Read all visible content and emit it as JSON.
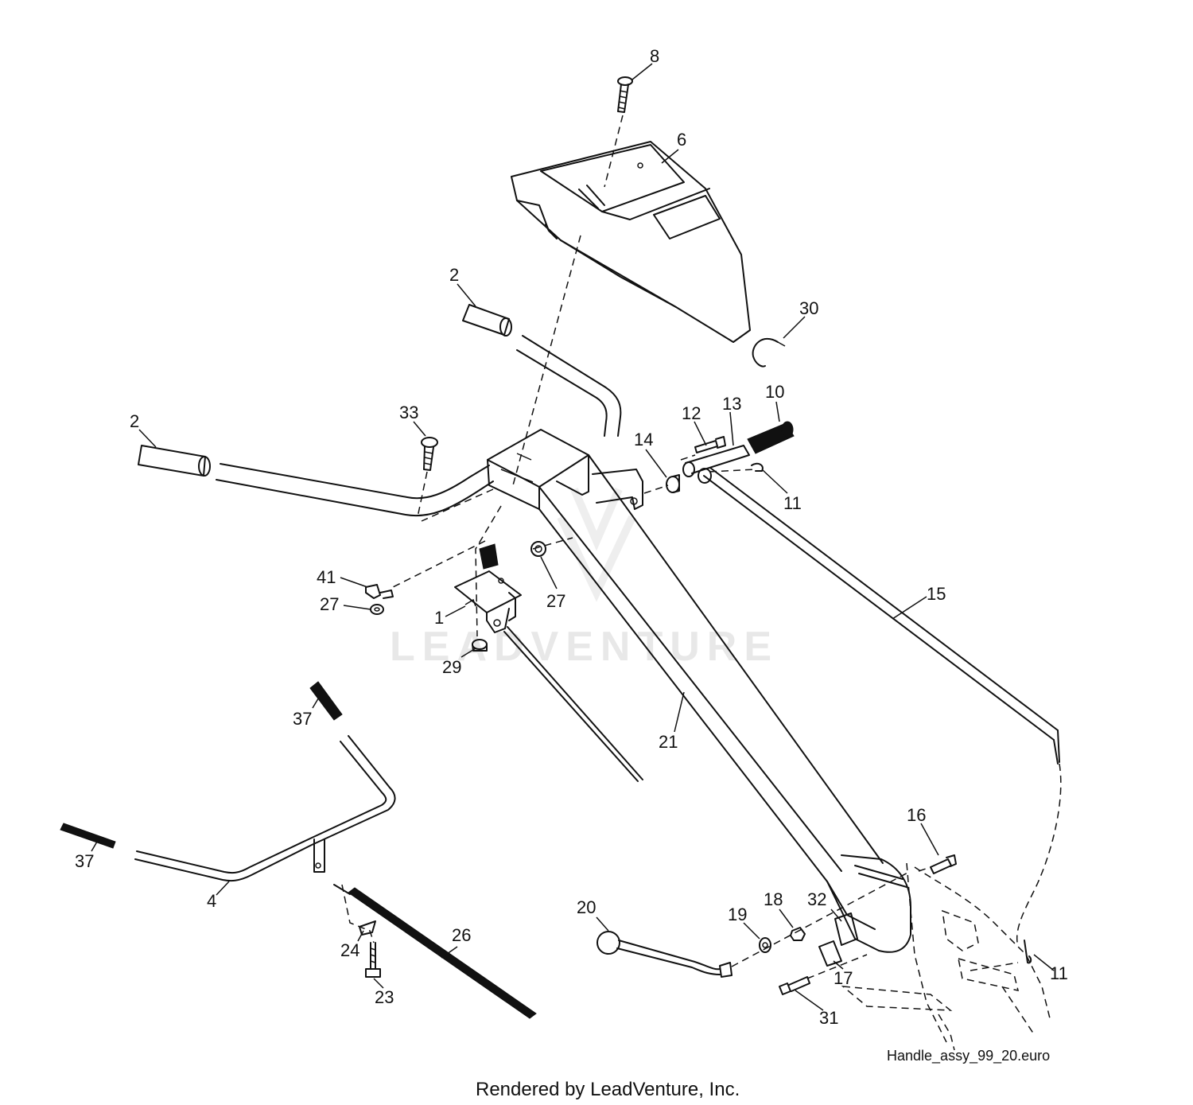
{
  "watermark": {
    "text": "LEADVENTURE"
  },
  "callouts": [
    {
      "id": "c8",
      "label": "8"
    },
    {
      "id": "c6",
      "label": "6"
    },
    {
      "id": "c2a",
      "label": "2"
    },
    {
      "id": "c30",
      "label": "30"
    },
    {
      "id": "c2b",
      "label": "2"
    },
    {
      "id": "c33",
      "label": "33"
    },
    {
      "id": "c12",
      "label": "12"
    },
    {
      "id": "c13",
      "label": "13"
    },
    {
      "id": "c10",
      "label": "10"
    },
    {
      "id": "c14",
      "label": "14"
    },
    {
      "id": "c11a",
      "label": "11"
    },
    {
      "id": "c41",
      "label": "41"
    },
    {
      "id": "c27a",
      "label": "27"
    },
    {
      "id": "c27b",
      "label": "27"
    },
    {
      "id": "c1",
      "label": "1"
    },
    {
      "id": "c29",
      "label": "29"
    },
    {
      "id": "c15",
      "label": "15"
    },
    {
      "id": "c37a",
      "label": "37"
    },
    {
      "id": "c37b",
      "label": "37"
    },
    {
      "id": "c21",
      "label": "21"
    },
    {
      "id": "c4",
      "label": "4"
    },
    {
      "id": "c16",
      "label": "16"
    },
    {
      "id": "c20",
      "label": "20"
    },
    {
      "id": "c19",
      "label": "19"
    },
    {
      "id": "c18",
      "label": "18"
    },
    {
      "id": "c32",
      "label": "32"
    },
    {
      "id": "c24",
      "label": "24"
    },
    {
      "id": "c26",
      "label": "26"
    },
    {
      "id": "c17",
      "label": "17"
    },
    {
      "id": "c11b",
      "label": "11"
    },
    {
      "id": "c23",
      "label": "23"
    },
    {
      "id": "c31",
      "label": "31"
    }
  ],
  "file_label": "Handle_assy_99_20.euro",
  "footer": "Rendered by LeadVenture, Inc."
}
